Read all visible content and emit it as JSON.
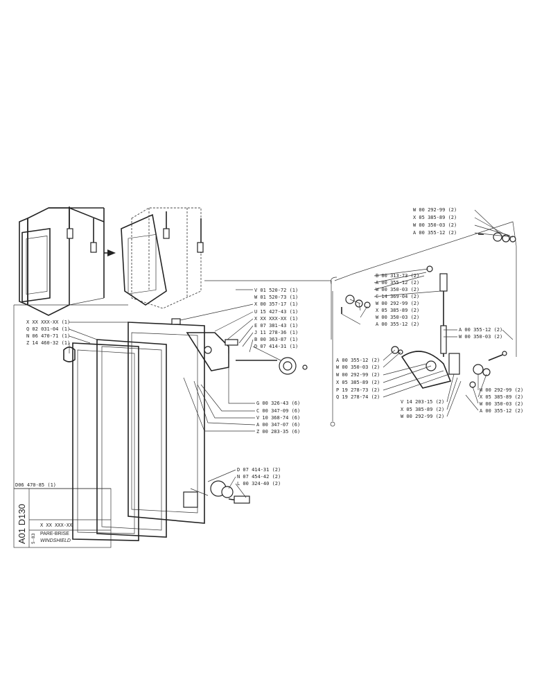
{
  "sheet": {
    "doc_number": "D06 470-85 (1)",
    "group_code": "A01 D130",
    "revision": "5-83",
    "part_code": "X XX XXX-XX",
    "title_fr": "PARE-BRISE",
    "title_en": "WINDSHIELD"
  },
  "callouts_left": [
    "X XX XXX-XX (1)",
    "Q 02 031-04 (1)",
    "N 06 470-71 (1)",
    "Z 14 460-32 (1)"
  ],
  "callouts_center_top": [
    "V 01 520-72 (1)",
    "W 01 520-73 (1)",
    "X 00 357-17 (1)",
    "U 15 427-43 (1)",
    "X XX XXX-XX (1)",
    "E 07 381-43 (1)",
    "J 11 278-36 (1)",
    "B 00 363-87 (1)",
    "D 07 414-31 (1)"
  ],
  "callouts_center_bottom": [
    "G 00 326-43 (6)",
    "C 00 347-09 (6)",
    "V 10 368-74 (6)",
    "A 00 347-07 (6)",
    "Z 00 283-35 (6)"
  ],
  "callouts_lower": [
    "D 07 414-31 (2)",
    "N 07 454-42 (2)",
    "L 00 324-40 (2)"
  ],
  "callouts_right_top": [
    "W 00 292-99 (2)",
    "X 05 385-89 (2)",
    "W 00 350-03 (2)",
    "A 00 355-12 (2)"
  ],
  "callouts_right_mid": [
    "B 00 313-73 (2)",
    "A 00 355-12 (2)",
    "W 00 350-03 (2)",
    "C 14 369-04 (2)",
    "W 00 292-99 (2)",
    "X 05 385-89 (2)",
    "W 00 350-03 (2)",
    "A 00 355-12 (2)"
  ],
  "callouts_right_side": [
    "A 00 355-12 (2)",
    "W 00 350-03 (2)"
  ],
  "callouts_right_lower_left": [
    "A 00 355-12 (2)",
    "W 00 350-03 (2)",
    "W 00 292-99 (2)",
    "X 05 385-89 (2)",
    "P 19 278-73 (2)",
    "Q 19 278-74 (2)"
  ],
  "callouts_right_lower_right": [
    "W 00 292-99 (2)",
    "X 05 385-89 (2)",
    "W 00 350-03 (2)",
    "A 00 355-12 (2)"
  ],
  "callouts_right_bottom": [
    "V 14 203-15 (2)",
    "X 05 385-89 (2)",
    "W 00 292-99 (2)"
  ]
}
